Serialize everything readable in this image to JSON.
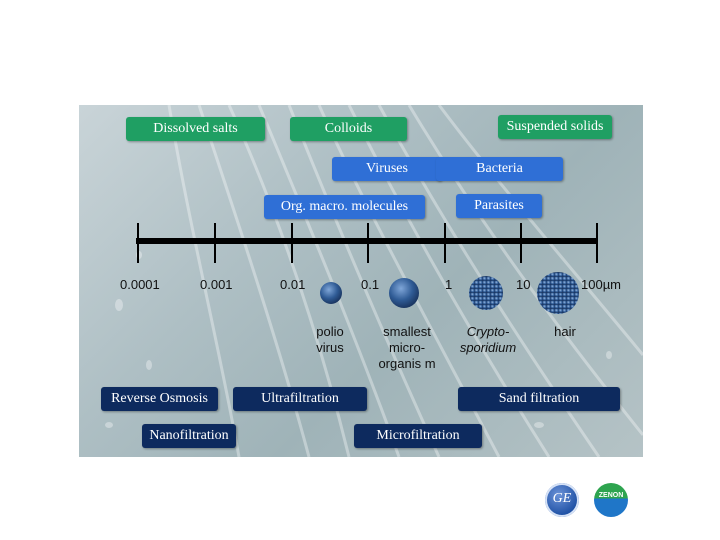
{
  "categories": {
    "dissolved_salts": "Dissolved salts",
    "colloids": "Colloids",
    "suspended_solids": "Suspended solids",
    "viruses": "Viruses",
    "bacteria": "Bacteria",
    "org_macro": "Org. macro. molecules",
    "parasites": "Parasites"
  },
  "scale": {
    "ticks": [
      "0.0001",
      "0.001",
      "0.01",
      "0.1",
      "1",
      "10",
      "100µm"
    ]
  },
  "examples": {
    "polio": "polio virus",
    "smallest": "smallest micro-organis m",
    "crypto": "Crypto-sporidium",
    "hair": "hair"
  },
  "processes": {
    "reverse_osmosis": "Reverse Osmosis",
    "ultrafiltration": "Ultrafiltration",
    "sand_filtration": "Sand filtration",
    "nanofiltration": "Nanofiltration",
    "microfiltration": "Microfiltration"
  },
  "logos": {
    "left": "GE",
    "right": "ZENON"
  },
  "colors": {
    "green": "#1f9f63",
    "blue": "#2f6fd6",
    "navy": "#0d2a5e"
  }
}
